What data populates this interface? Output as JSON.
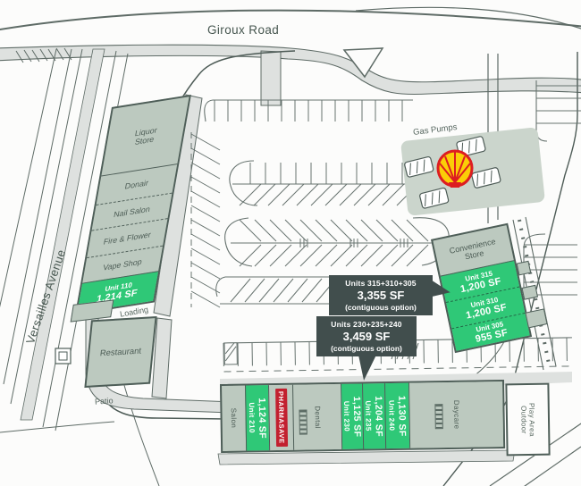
{
  "plan": {
    "roads": {
      "giroux": "Giroux Road",
      "versailles": "Versailles Avenue"
    },
    "gas_station": {
      "label": "Gas Pumps",
      "logo_icon": "shell-logo-icon"
    },
    "west_building": {
      "units": [
        {
          "name": "Liquor Store"
        },
        {
          "name": "Donair"
        },
        {
          "name": "Nail Salon"
        },
        {
          "name": "Fire & Flower"
        },
        {
          "name": "Vape Shop"
        },
        {
          "name": "Unit 110",
          "area": "1,214 SF",
          "status": "available"
        }
      ]
    },
    "restaurant_block": {
      "loading": "Loading",
      "restaurant": "Restaurant",
      "patio": "Patio"
    },
    "convenience_building": {
      "units": [
        {
          "name": "Convenience Store"
        },
        {
          "name": "Unit 315",
          "area": "1,200 SF",
          "status": "available"
        },
        {
          "name": "Unit 310",
          "area": "1,200 SF",
          "status": "available"
        },
        {
          "name": "Unit 305",
          "area": "955 SF",
          "status": "available"
        }
      ]
    },
    "south_building": {
      "units": [
        {
          "name": "Salon"
        },
        {
          "name": "Unit 210",
          "area": "1,124 SF",
          "status": "available"
        },
        {
          "name": "PHARMASAVE"
        },
        {
          "name": "Dental"
        },
        {
          "name": "Unit 230",
          "area": "1,125 SF",
          "status": "available"
        },
        {
          "name": "Unit 235",
          "area": "1,204 SF",
          "status": "available"
        },
        {
          "name": "Unit 240",
          "area": "1,130 SF",
          "status": "available"
        },
        {
          "name": "Daycare"
        }
      ],
      "outdoor_play_area": {
        "line1": "Outdoor",
        "line2": "Play Area"
      }
    },
    "callouts": [
      {
        "title": "Units 315+310+305",
        "area": "3,355 SF",
        "note": "(contiguous option)"
      },
      {
        "title": "Units 230+235+240",
        "area": "3,459 SF",
        "note": "(contiguous option)"
      }
    ],
    "colors": {
      "available": "#2FC877",
      "leased": "#BCC9BF",
      "callout_bg": "#414E4D",
      "pharmasave_red": "#C2202F",
      "shell_red": "#DD1D21",
      "shell_yellow": "#FBCE07"
    }
  }
}
